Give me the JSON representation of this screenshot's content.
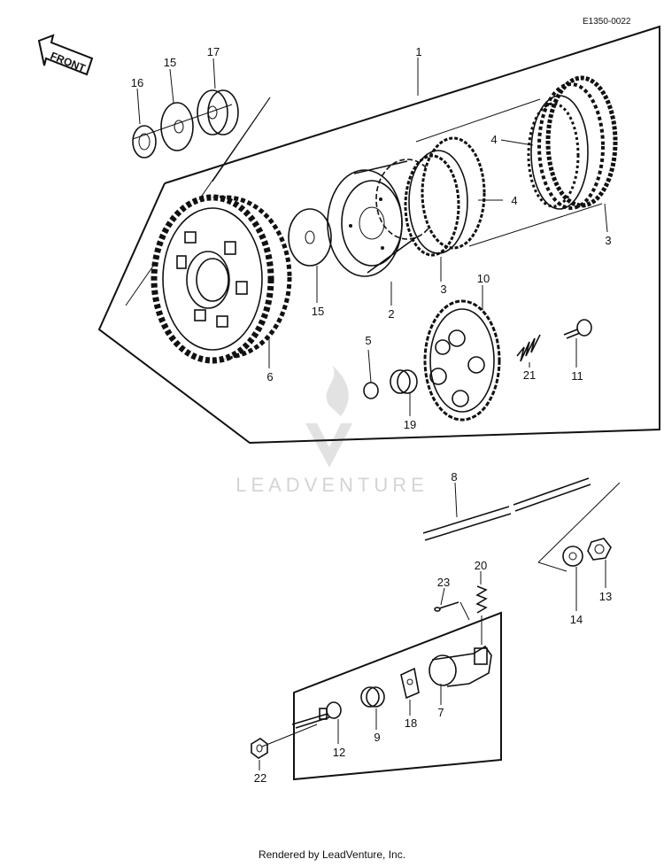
{
  "diagram": {
    "code": "E1350-0022",
    "front_label": "FRONT",
    "watermark": "LEADVENTURE",
    "footer": "Rendered by LeadVenture, Inc."
  },
  "callouts": {
    "p1": "1",
    "p2": "2",
    "p3a": "3",
    "p3b": "3",
    "p4a": "4",
    "p4b": "4",
    "p5": "5",
    "p6": "6",
    "p7": "7",
    "p8": "8",
    "p9": "9",
    "p10": "10",
    "p11": "11",
    "p12": "12",
    "p13": "13",
    "p14": "14",
    "p15a": "15",
    "p15b": "15",
    "p16": "16",
    "p17": "17",
    "p18": "18",
    "p19": "19",
    "p20": "20",
    "p21": "21",
    "p22": "22",
    "p23": "23"
  }
}
